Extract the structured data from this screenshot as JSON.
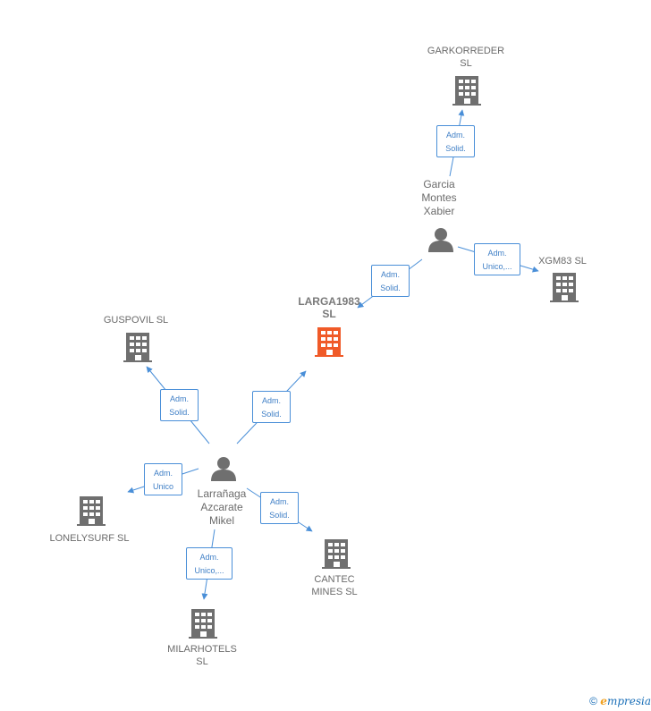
{
  "nodes": {
    "garkorreder": {
      "line1": "GARKORREDER",
      "line2": "SL"
    },
    "garcia": {
      "line1": "Garcia",
      "line2": "Montes",
      "line3": "Xabier"
    },
    "xgm83": {
      "line1": "XGM83  SL"
    },
    "larga": {
      "line1": "LARGA1983",
      "line2": "SL"
    },
    "guspovil": {
      "line1": "GUSPOVIL  SL"
    },
    "larranaga": {
      "line1": "Larrañaga",
      "line2": "Azcarate",
      "line3": "Mikel"
    },
    "lonelysurf": {
      "line1": "LONELYSURF SL"
    },
    "cantec": {
      "line1": "CANTEC",
      "line2": "MINES  SL"
    },
    "milarhotels": {
      "line1": "MILARHOTELS",
      "line2": "SL"
    }
  },
  "relations": {
    "r1": {
      "line1": "Adm.",
      "line2": "Solid."
    },
    "r2": {
      "line1": "Adm.",
      "line2": "Unico,..."
    },
    "r3": {
      "line1": "Adm.",
      "line2": "Solid."
    },
    "r4": {
      "line1": "Adm.",
      "line2": "Solid."
    },
    "r5": {
      "line1": "Adm.",
      "line2": "Solid."
    },
    "r6": {
      "line1": "Adm.",
      "line2": "Unico"
    },
    "r7": {
      "line1": "Adm.",
      "line2": "Solid."
    },
    "r8": {
      "line1": "Adm.",
      "line2": "Unico,..."
    }
  },
  "colors": {
    "edge": "#4a8fd8",
    "building": "#6f6f6f",
    "building_main": "#f05a28",
    "person": "#6f6f6f"
  },
  "footer": {
    "copyright": "©",
    "brand_initial": "e",
    "brand_rest": "mpresia"
  }
}
